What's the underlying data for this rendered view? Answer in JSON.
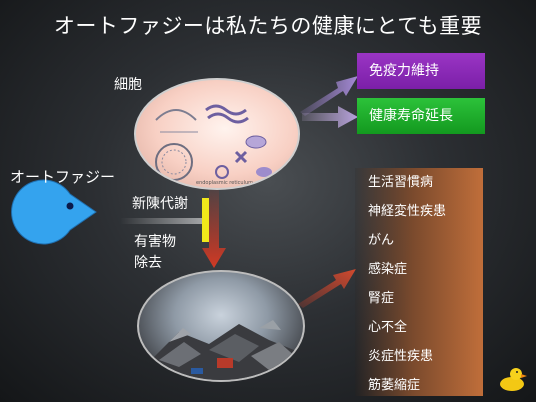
{
  "title": "オートファジーは私たちの健康にとても重要",
  "labels": {
    "cell": "細胞",
    "autophagy": "オートファジー",
    "renewal": "新陳代謝",
    "harmful_1": "有害物",
    "harmful_2": "除去"
  },
  "benefits": [
    {
      "label": "免疫力維持",
      "color": "#8a2ab8"
    },
    {
      "label": "健康寿命延長",
      "color": "#1eaa2a"
    }
  ],
  "diseases": [
    "生活習慣病",
    "神経変性疾患",
    "がん",
    "感染症",
    "腎症",
    "心不全",
    "炎症性疾患",
    "筋萎縮症"
  ],
  "colors": {
    "arrow_purple": "#a58ad6",
    "arrow_red": "#d23a25",
    "inhibit_bar": "#f1e81a",
    "pacman": "#34a3ee",
    "disease_bar": "#c06e3a"
  },
  "icons": [
    "pacman-icon",
    "duck-icon",
    "cell-diagram-icon",
    "debris-icon"
  ]
}
